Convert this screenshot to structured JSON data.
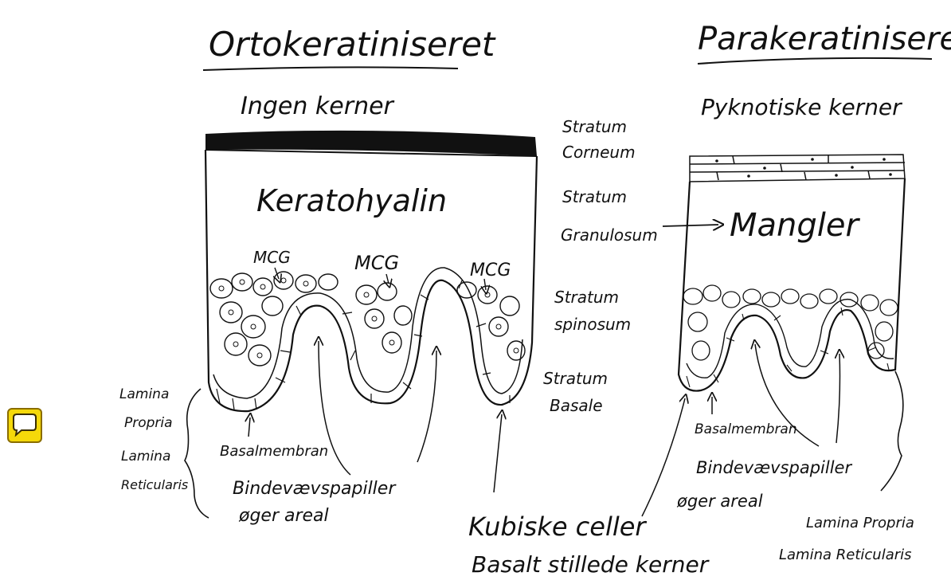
{
  "diagram": {
    "left_title": "Ortokeratiniseret",
    "right_title": "Parakeratiniseret",
    "left": {
      "surface_note": "Ingen kerner",
      "granulosum_label": "Keratohyalin",
      "mcg": [
        "MCG",
        "MCG",
        "MCG"
      ],
      "basal_membrane": "Basalmembran",
      "papillae_line1": "Bindevævspapiller",
      "papillae_line2": "øger areal",
      "lamina_1a": "Lamina",
      "lamina_1b": "Propria",
      "lamina_2a": "Lamina",
      "lamina_2b": "Reticularis"
    },
    "middle": {
      "corneum_1": "Stratum",
      "corneum_2": "Corneum",
      "granulosum_1": "Stratum",
      "granulosum_2": "Granulosum",
      "spinosum_1": "Stratum",
      "spinosum_2": "spinosum",
      "basale_1": "Stratum",
      "basale_2": "Basale",
      "cells_1": "Kubiske celler",
      "cells_2": "Basalt stillede kerner"
    },
    "right": {
      "surface_note": "Pyknotiske kerner",
      "granulosum_label": "Mangler",
      "basal_membrane": "Basalmembran",
      "papillae_line1": "Bindevævspapiller",
      "papillae_line2": "øger areal",
      "lamina_1": "Lamina Propria",
      "lamina_2": "Lamina Reticularis"
    }
  },
  "ui": {
    "comment_icon": "speech-bubble-icon",
    "comment_color": "#f5d90a"
  }
}
